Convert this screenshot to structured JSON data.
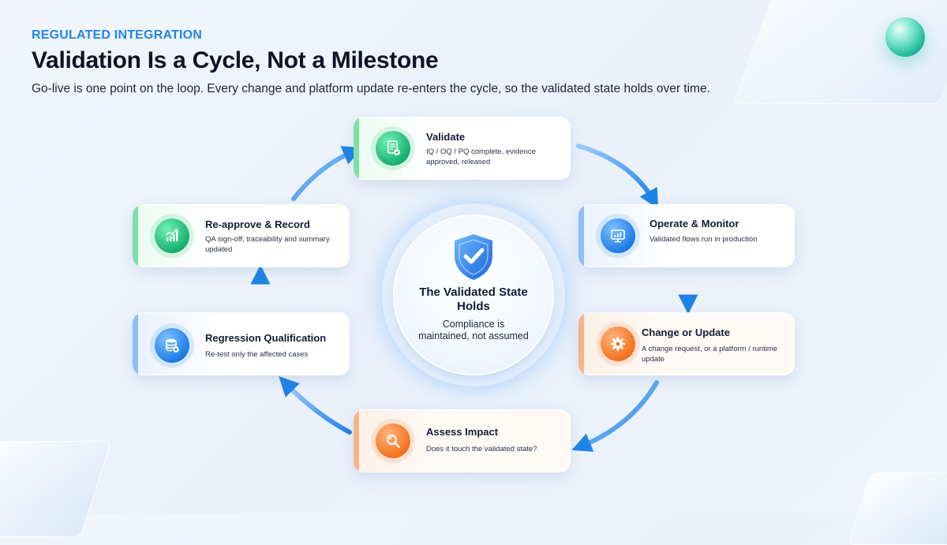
{
  "header": {
    "eyebrow": "REGULATED INTEGRATION",
    "title": "Validation Is a Cycle, Not a Milestone",
    "subtitle": "Go-live is one point on the loop. Every change and platform update re-enters the cycle, so the validated state holds over time."
  },
  "center": {
    "icon": "shield-check-icon",
    "title": "The Validated State Holds",
    "subtitle": "Compliance is maintained, not assumed"
  },
  "steps": [
    {
      "id": "validate",
      "title": "Validate",
      "description": "IQ / OQ / PQ complete, evidence approved, released",
      "icon": "document-check-icon",
      "color": "green"
    },
    {
      "id": "operate",
      "title": "Operate & Monitor",
      "description": "Validated flows run in production",
      "icon": "monitor-icon",
      "color": "blue"
    },
    {
      "id": "change",
      "title": "Change or Update",
      "description": "A change request, or a platform / runtime update",
      "icon": "gear-icon",
      "color": "orange"
    },
    {
      "id": "assess",
      "title": "Assess Impact",
      "description": "Does it touch the validated state?",
      "icon": "magnifier-icon",
      "color": "orange"
    },
    {
      "id": "regression",
      "title": "Regression Qualification",
      "description": "Re-test only the affected cases",
      "icon": "database-icon",
      "color": "blue"
    },
    {
      "id": "reapprove",
      "title": "Re-approve & Record",
      "description": "QA sign-off; traceability and summary updated",
      "icon": "chart-trend-icon",
      "color": "green"
    }
  ],
  "colors": {
    "accent": "#1f84e8",
    "arrow": "#1f84e8",
    "green": "#17b070",
    "blue": "#1e7ce6",
    "orange": "#f2731f"
  }
}
